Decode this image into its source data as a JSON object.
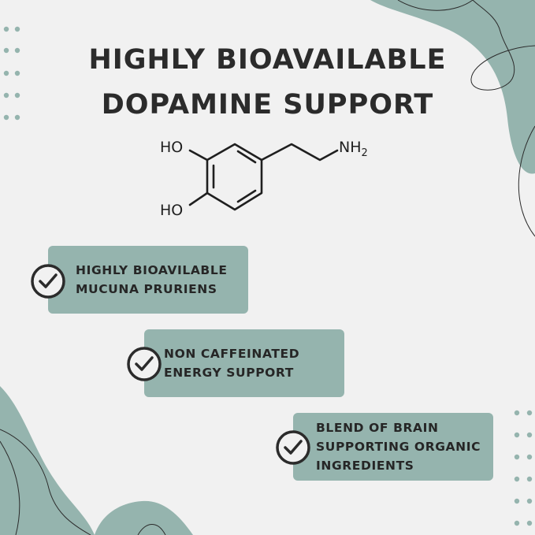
{
  "headline": {
    "line1": "HIGHLY BIOAVAILABLE",
    "line2": "DOPAMINE SUPPORT"
  },
  "molecule": {
    "label_nh": "NH",
    "label_nh_sub": "2",
    "label_ho_top": "HO",
    "label_ho_bottom": "HO"
  },
  "features": [
    {
      "lines": [
        "HIGHLY BIOAVILABLE",
        "MUCUNA PRURIENS"
      ],
      "icon": "check-circle-icon"
    },
    {
      "lines": [
        "NON CAFFEINATED",
        "ENERGY SUPPORT"
      ],
      "icon": "check-circle-icon"
    },
    {
      "lines": [
        "BLEND OF BRAIN",
        "SUPPORTING ORGANIC",
        "INGREDIENTS"
      ],
      "icon": "check-circle-icon"
    }
  ],
  "colors": {
    "background": "#f1f1f1",
    "accent": "#95b4ae",
    "text": "#2b2b2b"
  }
}
